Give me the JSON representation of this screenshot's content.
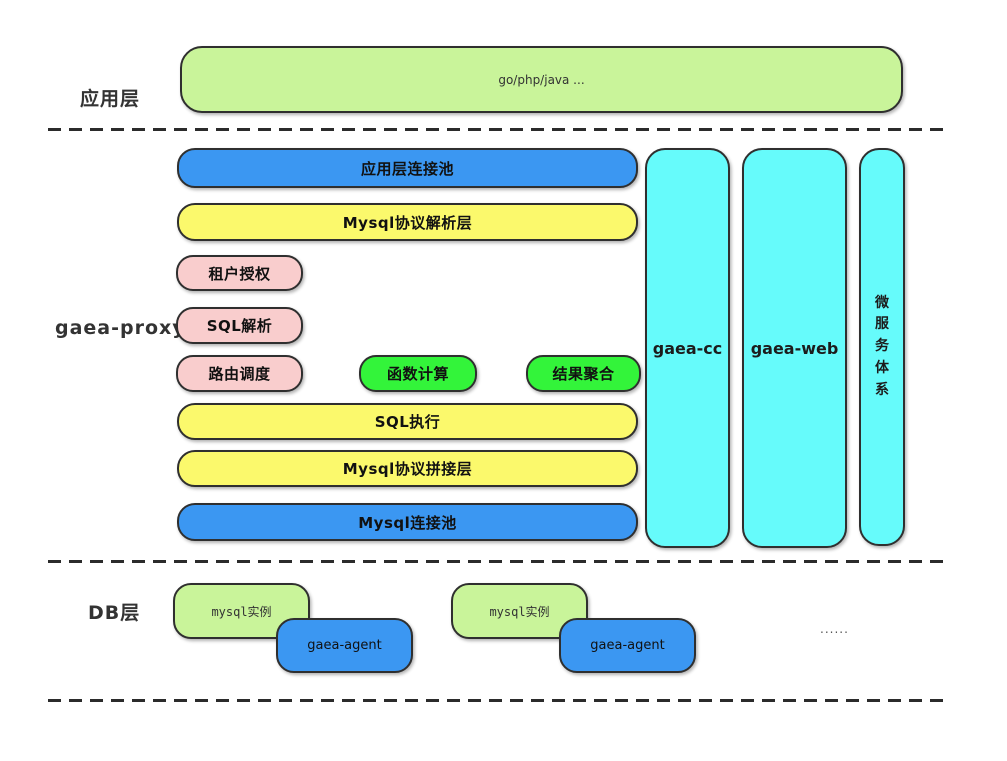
{
  "colors": {
    "light_green": "#c9f49a",
    "blue": "#3b97f2",
    "yellow": "#fbf96c",
    "pink": "#f9cdcd",
    "bright_green": "#33f43a",
    "cyan": "#66fbfb",
    "border": "#2f2f2f"
  },
  "app_layer": {
    "label": "应用层",
    "box_label": "go/php/java ..."
  },
  "proxy_layer": {
    "label": "gaea-proxy",
    "rows": {
      "app_conn_pool": "应用层连接池",
      "mysql_protocol_parse": "Mysql协议解析层",
      "tenant_auth": "租户授权",
      "sql_parse": "SQL解析",
      "route_dispatch": "路由调度",
      "func_compute": "函数计算",
      "result_aggregate": "结果聚合",
      "sql_execute": "SQL执行",
      "mysql_protocol_splice": "Mysql协议拼接层",
      "mysql_conn_pool": "Mysql连接池"
    },
    "columns": {
      "gaea_cc": "gaea-cc",
      "gaea_web": "gaea-web",
      "microservice": "微服务体系"
    }
  },
  "db_layer": {
    "label": "DB层",
    "mysql_instance": "mysql实例",
    "gaea_agent": "gaea-agent",
    "ellipsis": "......"
  }
}
